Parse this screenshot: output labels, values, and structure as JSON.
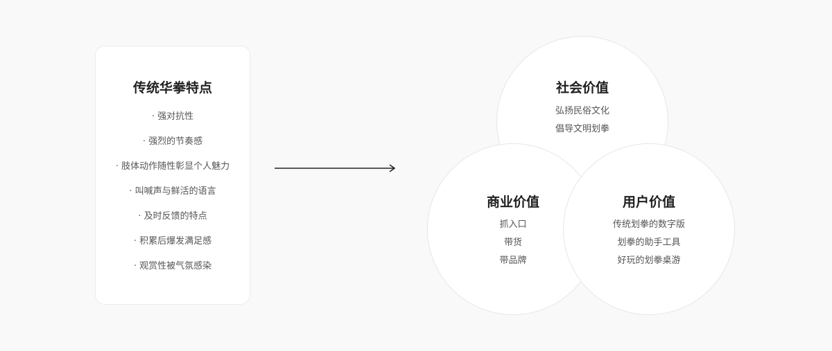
{
  "traditional": {
    "title": "传统华拳特点",
    "items": [
      "· 强对抗性",
      "· 强烈的节奏感",
      "· 肢体动作随性彰显个人魅力",
      "· 叫喊声与鲜活的语言",
      "· 及时反馈的特点",
      "· 积累后爆发满足感",
      "· 观赏性被气氛感染"
    ]
  },
  "values": {
    "social": {
      "title": "社会价值",
      "items": [
        "弘扬民俗文化",
        "倡导文明划拳"
      ]
    },
    "commercial": {
      "title": "商业价值",
      "items": [
        "抓入口",
        "带货",
        "带品牌"
      ]
    },
    "user": {
      "title": "用户价值",
      "items": [
        "传统划拳的数字版",
        "划拳的助手工具",
        "好玩的划拳桌游"
      ]
    }
  },
  "colors": {
    "background": "#f9f9f9",
    "card": "#ffffff",
    "title_text": "#1f1f1f",
    "body_text": "#555555",
    "arrow": "#222222"
  }
}
